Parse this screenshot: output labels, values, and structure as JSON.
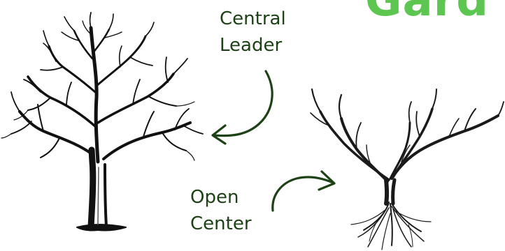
{
  "heading_fragment": "Gard",
  "labels": {
    "central_leader": {
      "line1": "Central",
      "line2": "Leader"
    },
    "open_center": {
      "line1": "Open",
      "line2": "Center"
    }
  },
  "colors": {
    "label_text": "#1d4215",
    "arrow": "#1d4215",
    "heading_green": "#5cc651",
    "tree_ink": "#111111"
  },
  "icons": {
    "central_leader_tree": "central-leader-tree-illustration",
    "open_center_tree": "open-center-tree-illustration",
    "central_arrow": "curved-arrow-icon",
    "open_arrow": "curved-arrow-icon"
  }
}
